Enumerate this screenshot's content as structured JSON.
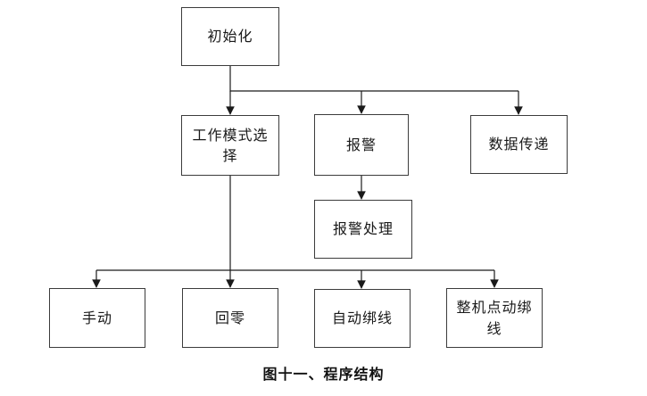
{
  "diagram": {
    "caption": "图十一、程序结构",
    "nodes": {
      "init": {
        "label": "初始化"
      },
      "mode_select": {
        "label": "工作模式选择"
      },
      "alarm": {
        "label": "报警"
      },
      "data_transfer": {
        "label": "数据传递"
      },
      "alarm_handling": {
        "label": "报警处理"
      },
      "manual": {
        "label": "手动"
      },
      "return_zero": {
        "label": "回零"
      },
      "auto_binding": {
        "label": "自动绑线"
      },
      "jog_binding": {
        "label": "整机点动绑线"
      }
    },
    "edges": [
      {
        "from": "init",
        "to": "mode_select"
      },
      {
        "from": "init",
        "to": "alarm"
      },
      {
        "from": "init",
        "to": "data_transfer"
      },
      {
        "from": "alarm",
        "to": "alarm_handling"
      },
      {
        "from": "mode_select",
        "to": "manual"
      },
      {
        "from": "mode_select",
        "to": "return_zero"
      },
      {
        "from": "mode_select",
        "to": "auto_binding"
      },
      {
        "from": "mode_select",
        "to": "jog_binding"
      }
    ],
    "colors": {
      "background": "#ffffff",
      "box_border": "#3c3c3c",
      "connector": "#1a1a1a",
      "text": "#1a1a1a"
    }
  }
}
